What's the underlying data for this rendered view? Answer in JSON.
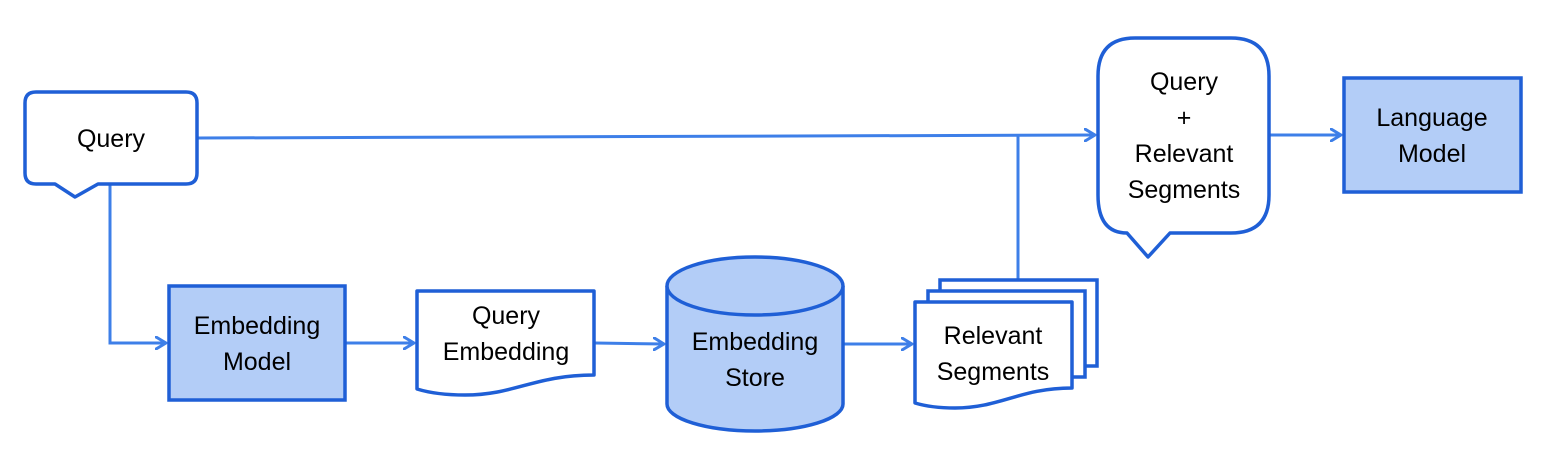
{
  "colors": {
    "stroke": "#1F5FD6",
    "connector": "#3E7FE8",
    "fill_blue": "#B3CDF7",
    "fill_white": "#FFFFFF",
    "text": "#000000"
  },
  "nodes": {
    "query": {
      "line1": "Query"
    },
    "embedding_model": {
      "line1": "Embedding",
      "line2": "Model"
    },
    "query_embedding": {
      "line1": "Query",
      "line2": "Embedding"
    },
    "embedding_store": {
      "line1": "Embedding",
      "line2": "Store"
    },
    "relevant_segments": {
      "line1": "Relevant",
      "line2": "Segments"
    },
    "combined": {
      "line1": "Query",
      "line2": "+",
      "line3": "Relevant",
      "line4": "Segments"
    },
    "language_model": {
      "line1": "Language",
      "line2": "Model"
    }
  }
}
